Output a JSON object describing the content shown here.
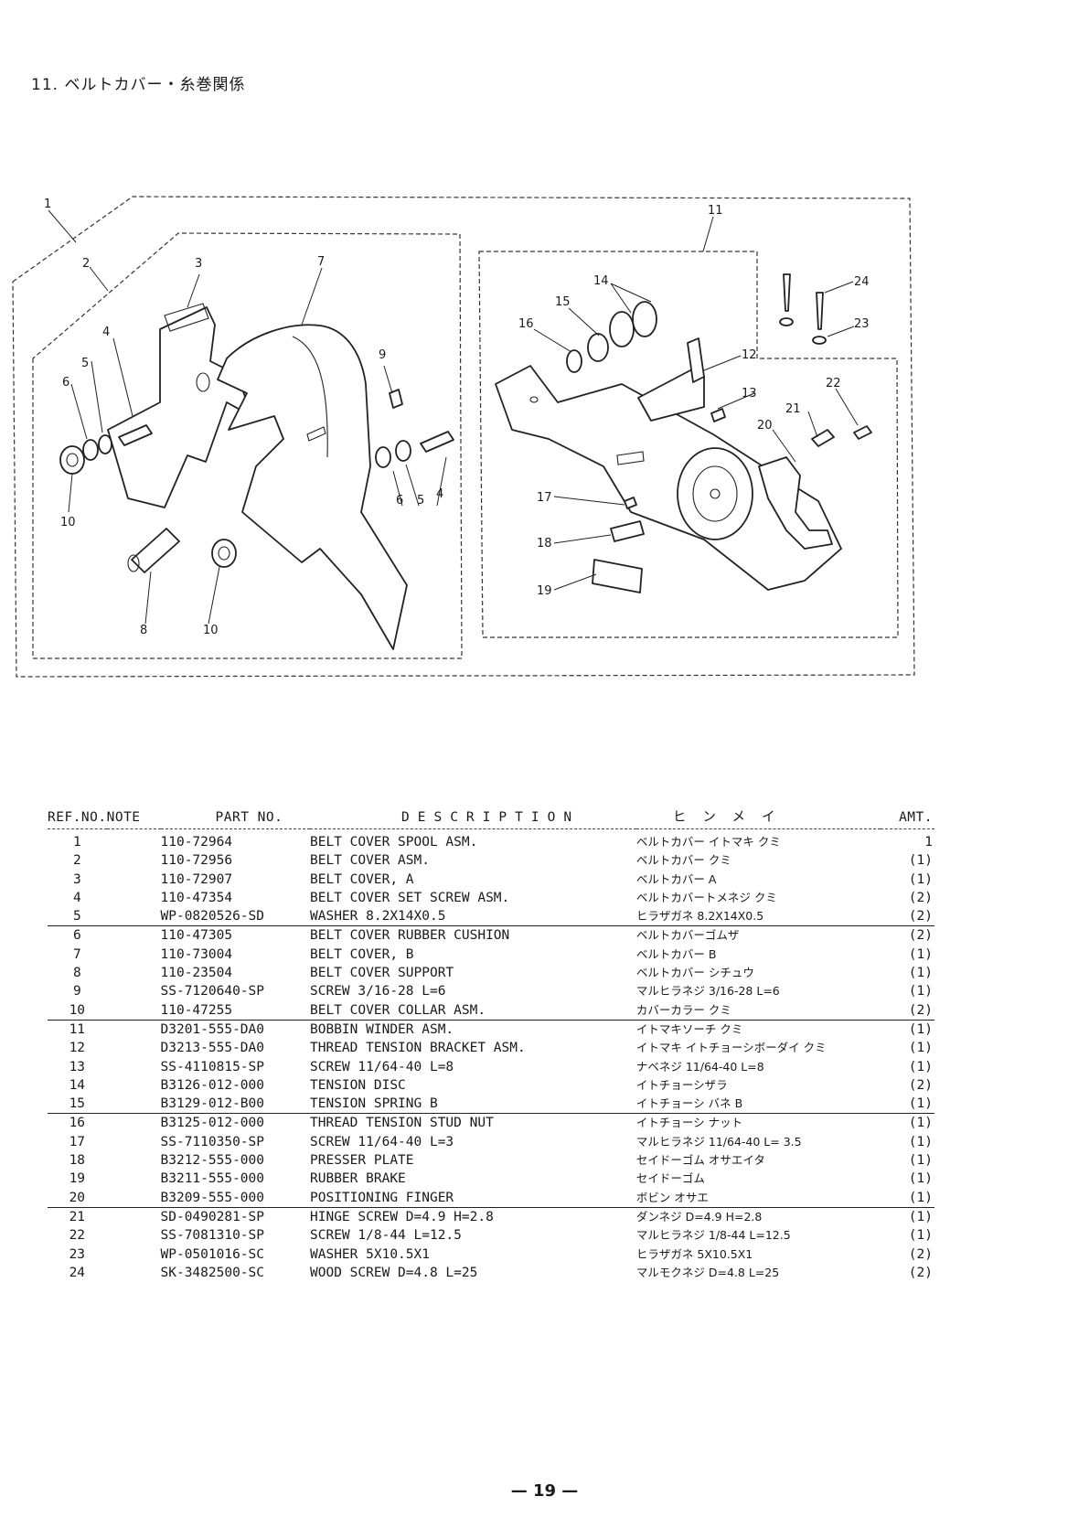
{
  "page": {
    "section_title": "11. ベルトカバー・糸巻関係",
    "page_number": "— 19 —"
  },
  "diagram": {
    "callouts": [
      "1",
      "2",
      "3",
      "4",
      "5",
      "6",
      "7",
      "8",
      "9",
      "10",
      "11",
      "12",
      "13",
      "14",
      "15",
      "16",
      "17",
      "18",
      "19",
      "20",
      "21",
      "22",
      "23",
      "24"
    ],
    "right_callouts_4_5_6": [
      "4",
      "5",
      "6"
    ],
    "second_10": "10"
  },
  "table": {
    "headers": {
      "ref_no": "REF.NO.",
      "note": "NOTE",
      "part_no": "PART NO.",
      "description": "DESCRIPTION",
      "kana": "ヒンメイ",
      "amt": "AMT."
    },
    "rows": [
      {
        "ref": "1",
        "note": "",
        "part": "110-72964",
        "desc": "BELT COVER SPOOL ASM.",
        "kana": "ベルトカバー イトマキ クミ",
        "amt": "1"
      },
      {
        "ref": "2",
        "note": "",
        "part": "110-72956",
        "desc": "BELT COVER ASM.",
        "kana": "ベルトカバー クミ",
        "amt": "(1)"
      },
      {
        "ref": "3",
        "note": "",
        "part": "110-72907",
        "desc": "BELT COVER, A",
        "kana": "ベルトカバー A",
        "amt": "(1)"
      },
      {
        "ref": "4",
        "note": "",
        "part": "110-47354",
        "desc": "BELT COVER SET SCREW ASM.",
        "kana": "ベルトカバートメネジ クミ",
        "amt": "(2)"
      },
      {
        "ref": "5",
        "note": "",
        "part": "WP-0820526-SD",
        "desc": "WASHER 8.2X14X0.5",
        "kana": "ヒラザガネ 8.2X14X0.5",
        "amt": "(2)"
      },
      {
        "ref": "6",
        "note": "",
        "part": "110-47305",
        "desc": "BELT COVER RUBBER CUSHION",
        "kana": "ベルトカバーゴムザ",
        "amt": "(2)"
      },
      {
        "ref": "7",
        "note": "",
        "part": "110-73004",
        "desc": "BELT COVER, B",
        "kana": "ベルトカバー B",
        "amt": "(1)"
      },
      {
        "ref": "8",
        "note": "",
        "part": "110-23504",
        "desc": "BELT COVER SUPPORT",
        "kana": "ベルトカバー シチュウ",
        "amt": "(1)"
      },
      {
        "ref": "9",
        "note": "",
        "part": "SS-7120640-SP",
        "desc": "SCREW 3/16-28 L=6",
        "kana": "マルヒラネジ 3/16-28 L=6",
        "amt": "(1)"
      },
      {
        "ref": "10",
        "note": "",
        "part": "110-47255",
        "desc": "BELT COVER COLLAR ASM.",
        "kana": "カバーカラー クミ",
        "amt": "(2)"
      },
      {
        "ref": "11",
        "note": "",
        "part": "D3201-555-DA0",
        "desc": "BOBBIN WINDER ASM.",
        "kana": "イトマキソーチ クミ",
        "amt": "(1)"
      },
      {
        "ref": "12",
        "note": "",
        "part": "D3213-555-DA0",
        "desc": "THREAD TENSION BRACKET ASM.",
        "kana": "イトマキ イトチョーシボーダイ クミ",
        "amt": "(1)"
      },
      {
        "ref": "13",
        "note": "",
        "part": "SS-4110815-SP",
        "desc": "SCREW 11/64-40 L=8",
        "kana": "ナベネジ 11/64-40 L=8",
        "amt": "(1)"
      },
      {
        "ref": "14",
        "note": "",
        "part": "B3126-012-000",
        "desc": "TENSION DISC",
        "kana": "イトチョーシザラ",
        "amt": "(2)"
      },
      {
        "ref": "15",
        "note": "",
        "part": "B3129-012-B00",
        "desc": "TENSION SPRING  B",
        "kana": "イトチョーシ バネ B",
        "amt": "(1)"
      },
      {
        "ref": "16",
        "note": "",
        "part": "B3125-012-000",
        "desc": "THREAD TENSION STUD NUT",
        "kana": "イトチョーシ ナット",
        "amt": "(1)"
      },
      {
        "ref": "17",
        "note": "",
        "part": "SS-7110350-SP",
        "desc": "SCREW 11/64-40 L=3",
        "kana": "マルヒラネジ 11/64-40 L= 3.5",
        "amt": "(1)"
      },
      {
        "ref": "18",
        "note": "",
        "part": "B3212-555-000",
        "desc": "PRESSER PLATE",
        "kana": "セイドーゴム オサエイタ",
        "amt": "(1)"
      },
      {
        "ref": "19",
        "note": "",
        "part": "B3211-555-000",
        "desc": "RUBBER BRAKE",
        "kana": "セイドーゴム",
        "amt": "(1)"
      },
      {
        "ref": "20",
        "note": "",
        "part": "B3209-555-000",
        "desc": "POSITIONING FINGER",
        "kana": "ボビン オサエ",
        "amt": "(1)"
      },
      {
        "ref": "21",
        "note": "",
        "part": "SD-0490281-SP",
        "desc": "HINGE SCREW  D=4.9 H=2.8",
        "kana": "ダンネジ D=4.9 H=2.8",
        "amt": "(1)"
      },
      {
        "ref": "22",
        "note": "",
        "part": "SS-7081310-SP",
        "desc": "SCREW 1/8-44 L=12.5",
        "kana": "マルヒラネジ 1/8-44 L=12.5",
        "amt": "(1)"
      },
      {
        "ref": "23",
        "note": "",
        "part": "WP-0501016-SC",
        "desc": "WASHER  5X10.5X1",
        "kana": "ヒラザガネ 5X10.5X1",
        "amt": "(2)"
      },
      {
        "ref": "24",
        "note": "",
        "part": "SK-3482500-SC",
        "desc": "WOOD SCREW D=4.8 L=25",
        "kana": "マルモクネジ D=4.8 L=25",
        "amt": "(2)"
      }
    ]
  }
}
